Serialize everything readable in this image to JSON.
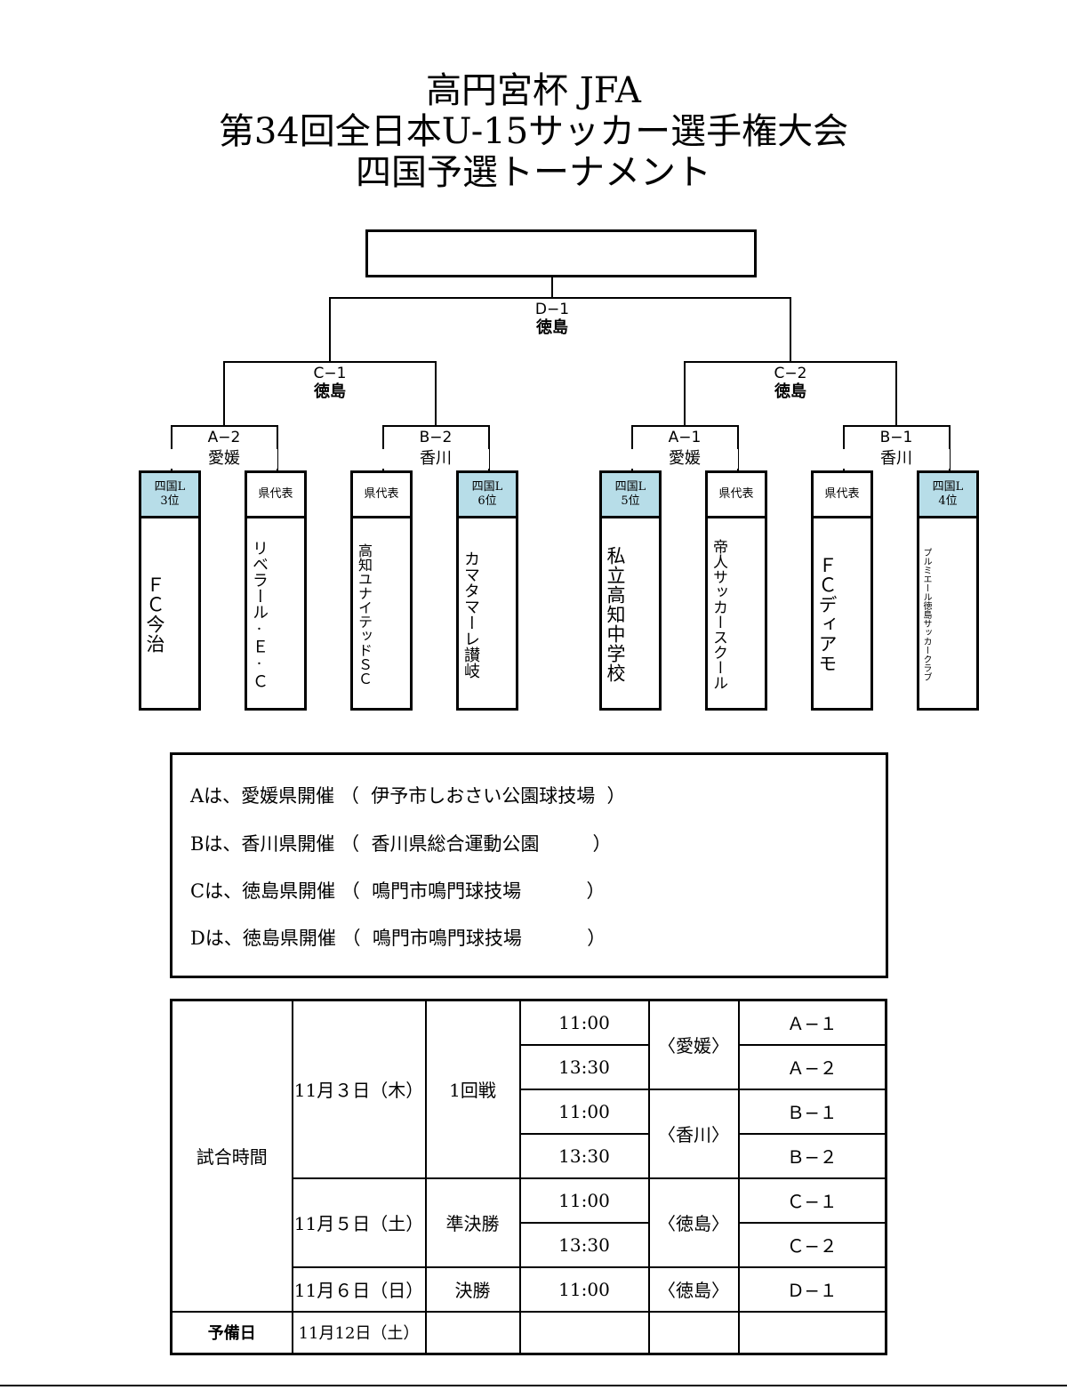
{
  "title": {
    "line1": "高円宮杯 JFA",
    "line2": "第34回全日本U-15サッカー選手権大会",
    "line3": "四国予選トーナメント"
  },
  "bracket": {
    "final": {
      "code": "D−1",
      "venue": "徳島"
    },
    "semis": [
      {
        "code": "C−1",
        "venue": "徳島"
      },
      {
        "code": "C−2",
        "venue": "徳島"
      }
    ],
    "first_round": [
      {
        "code": "A−2",
        "venue": "愛媛"
      },
      {
        "code": "B−2",
        "venue": "香川"
      },
      {
        "code": "A−1",
        "venue": "愛媛"
      },
      {
        "code": "B−1",
        "venue": "香川"
      }
    ],
    "teams": [
      {
        "header": "四国L\n3位",
        "name": "ＦＣ今治",
        "seed": true
      },
      {
        "header": "県代表",
        "name": "リベラール·Ｅ·Ｃ",
        "seed": false
      },
      {
        "header": "県代表",
        "name": "高知ユナイテッドＳＣ",
        "seed": false
      },
      {
        "header": "四国L\n6位",
        "name": "カマタマーレ讃岐",
        "seed": true
      },
      {
        "header": "四国L\n5位",
        "name": "私立高知中学校",
        "seed": true
      },
      {
        "header": "県代表",
        "name": "帝人サッカースクール",
        "seed": false
      },
      {
        "header": "県代表",
        "name": "ＦＣディアモ",
        "seed": false
      },
      {
        "header": "四国L\n4位",
        "name": "プルミエール徳島サッカークラブ",
        "seed": true
      }
    ]
  },
  "venues": [
    "Aは、愛媛県開催 （  伊予市しおさい公園球技場  ）",
    "Bは、香川県開催 （  香川県総合運動公園         ）",
    "Cは、徳島県開催 （  鳴門市鳴門球技場           ）",
    "Dは、徳島県開催 （  鳴門市鳴門球技場           ）"
  ],
  "schedule": {
    "label": "試合時間",
    "reserve_label": "予備日",
    "reserve_date": "11月12日（土）",
    "days": [
      {
        "date": "11月３日（木）",
        "round": "1回戦",
        "slots": [
          {
            "time": "11:00",
            "pref": "〈愛媛〉",
            "match": "Ａ−１"
          },
          {
            "time": "13:30",
            "pref": "〈愛媛〉",
            "match": "Ａ−２"
          },
          {
            "time": "11:00",
            "pref": "〈香川〉",
            "match": "Ｂ−１"
          },
          {
            "time": "13:30",
            "pref": "〈香川〉",
            "match": "Ｂ−２"
          }
        ]
      },
      {
        "date": "11月５日（土）",
        "round": "準決勝",
        "slots": [
          {
            "time": "11:00",
            "pref": "〈徳島〉",
            "match": "Ｃ−１"
          },
          {
            "time": "13:30",
            "pref": "〈徳島〉",
            "match": "Ｃ−２"
          }
        ]
      },
      {
        "date": "11月６日（日）",
        "round": "決勝",
        "slots": [
          {
            "time": "11:00",
            "pref": "〈徳島〉",
            "match": "Ｄ−１"
          }
        ]
      }
    ]
  }
}
